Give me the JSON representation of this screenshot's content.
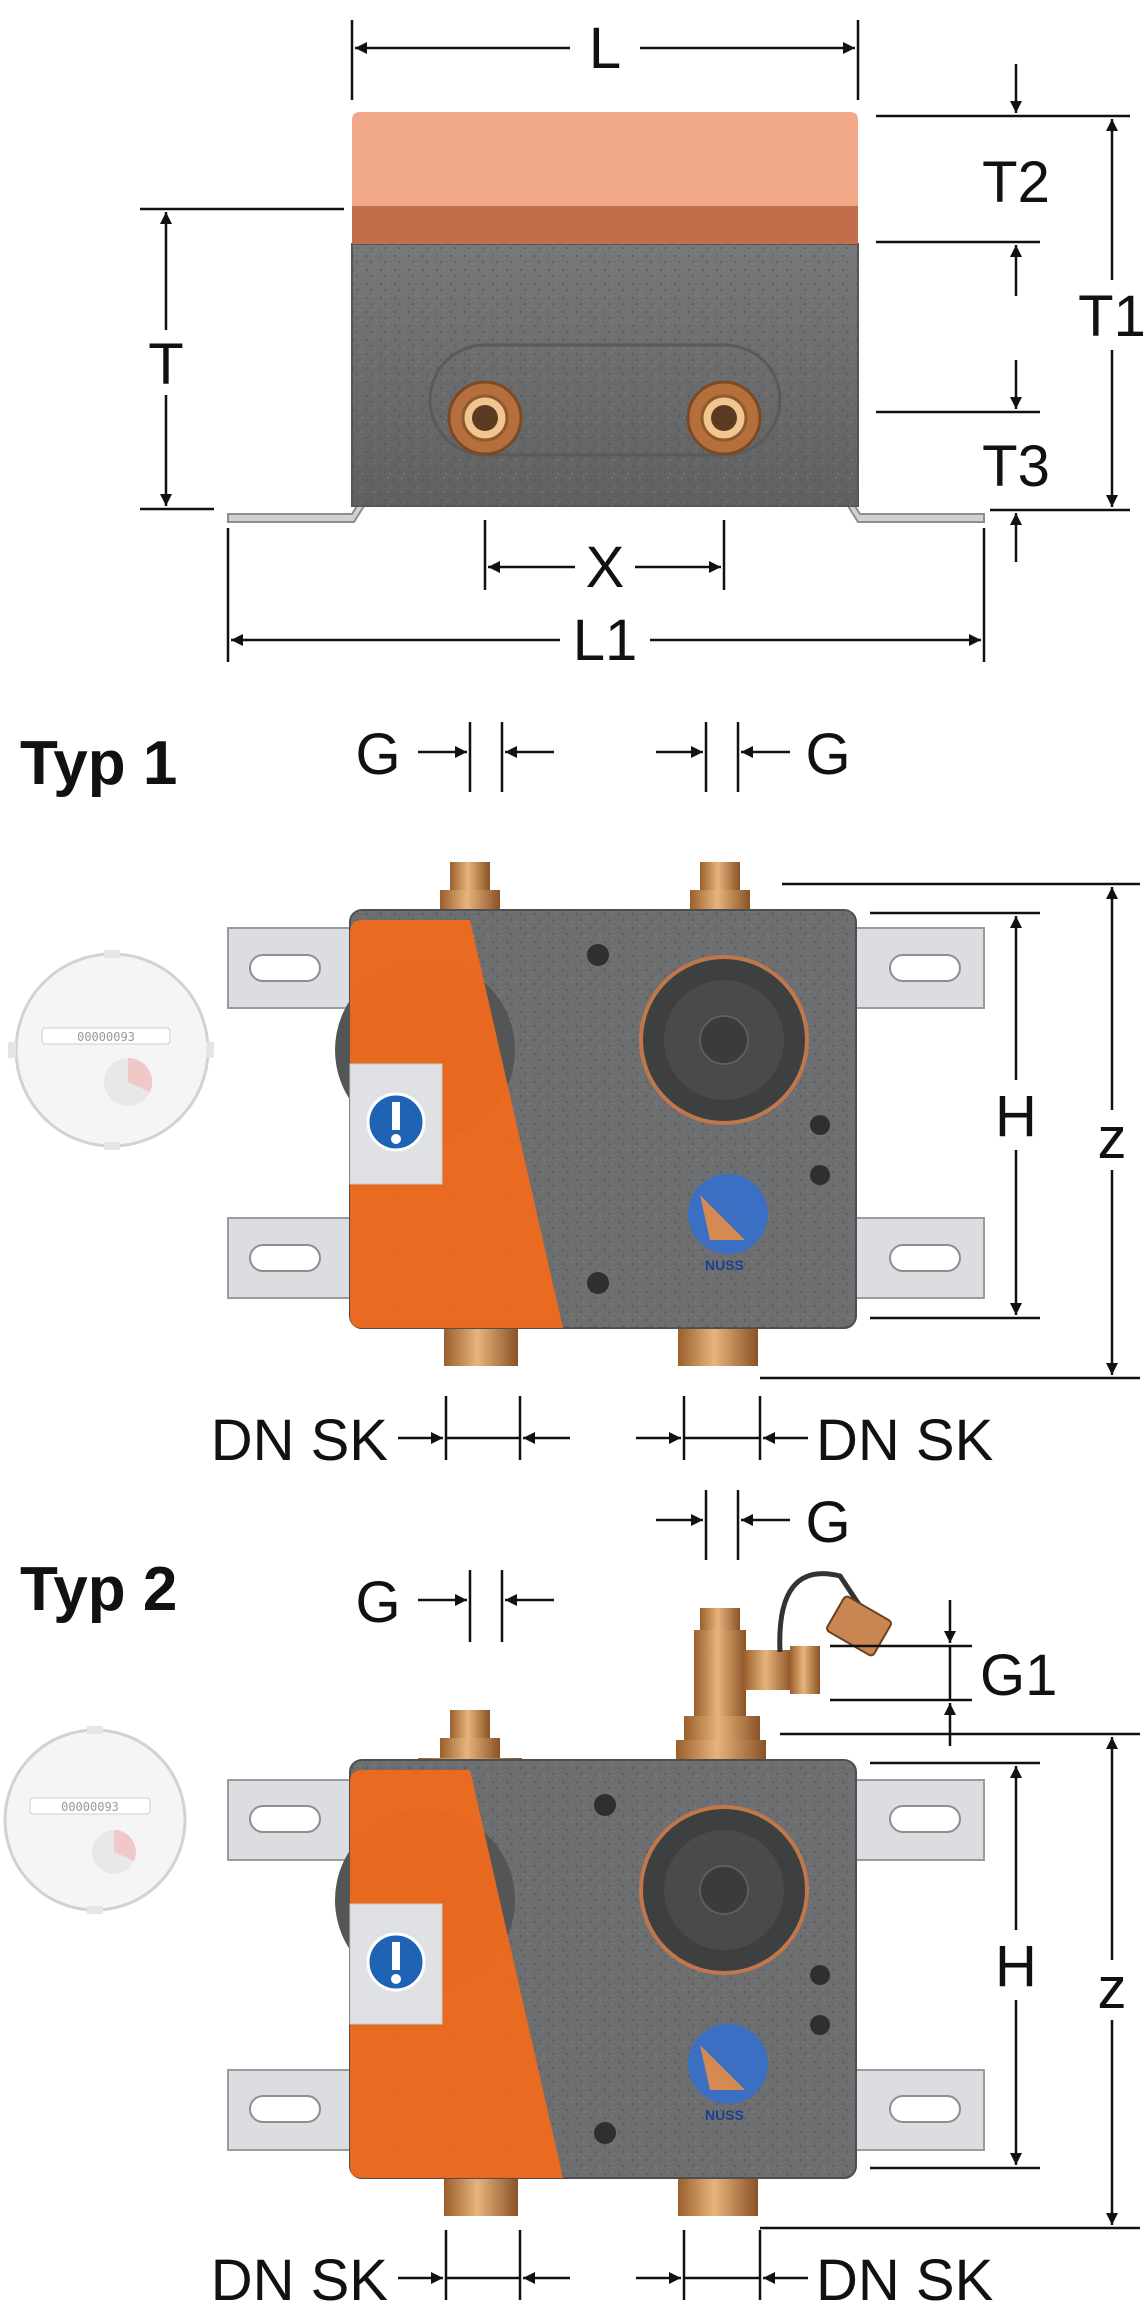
{
  "top_view": {
    "labels": {
      "L": "L",
      "L1": "L1",
      "T": "T",
      "T1": "T1",
      "T2": "T2",
      "T3": "T3",
      "X": "X"
    }
  },
  "typ1": {
    "title": "Typ 1",
    "labels": {
      "g_left": "G",
      "g_right": "G",
      "h": "H",
      "z": "z",
      "dn_left": "DN SK",
      "dn_right": "DN SK"
    },
    "meter_display": "00000093",
    "brand_mark": "NUSS"
  },
  "typ2": {
    "title": "Typ 2",
    "labels": {
      "g_left": "G",
      "g_right": "G",
      "g1": "G1",
      "h": "H",
      "z": "z",
      "dn_left": "DN SK",
      "dn_right": "DN SK"
    },
    "meter_display": "00000093",
    "brand_mark": "NUSS"
  },
  "colors": {
    "insulation_grey": "#6d6e70",
    "cover_peach": "#f2a98a",
    "cover_brown": "#c26e4a",
    "cover_orange": "#f26a1b",
    "brass": "#c58a4e",
    "bracket_grey": "#d9dadc",
    "info_blue": "#1f63b5"
  }
}
